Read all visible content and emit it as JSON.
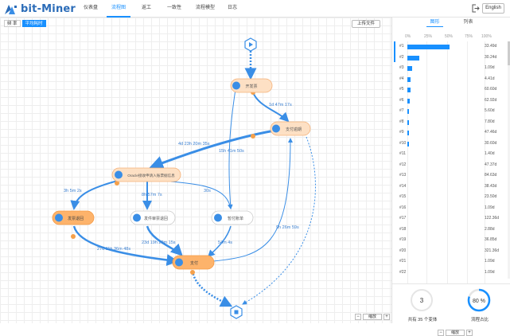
{
  "app": {
    "name": "bit-Miner",
    "lang_button": "English"
  },
  "nav": {
    "items": [
      {
        "label": "仪表盘",
        "active": false
      },
      {
        "label": "流程图",
        "active": true
      },
      {
        "label": "返工",
        "active": false
      },
      {
        "label": "一致性",
        "active": false
      },
      {
        "label": "流程模型",
        "active": false
      },
      {
        "label": "日志",
        "active": false
      }
    ]
  },
  "toolbar": {
    "mode_a": "频  率",
    "mode_b": "平均耗时",
    "upload": "上传文件"
  },
  "flow": {
    "nodes": {
      "n1": "开发票",
      "n2": "支付逾期",
      "n3": "Oracle接收申请入账票据信息",
      "n4": "发票退回",
      "n5": "发件审票退回",
      "n6": "暂付账单",
      "n7": "支付"
    },
    "edges": {
      "e1": "1d 47m 17s",
      "e2": "4d 23h 20m 35s",
      "e3": "15h 41m 50s",
      "e4": "3h 5m 2s",
      "e5": "8h 57m 7s",
      "e6": "30s",
      "e7": "23d 19h 29m 15s",
      "e8": "27d 11h 36m 48s",
      "e9": "54m 4s",
      "e10": "9h 26m 59s"
    }
  },
  "zoom": {
    "minus": "−",
    "label": "缩放",
    "plus": "+"
  },
  "panel": {
    "tabs": [
      {
        "label": "图形",
        "active": true
      },
      {
        "label": "列表",
        "active": false
      }
    ],
    "axis": [
      "0%",
      "25%",
      "50%",
      "75%",
      "100%"
    ],
    "rows": [
      {
        "label": "#1",
        "pct": 55,
        "value": "33.49d"
      },
      {
        "label": "#2",
        "pct": 15,
        "value": "30.24d"
      },
      {
        "label": "#3",
        "pct": 6,
        "value": "1.09d"
      },
      {
        "label": "#4",
        "pct": 4,
        "value": "4.41d"
      },
      {
        "label": "#5",
        "pct": 4,
        "value": "60.60d"
      },
      {
        "label": "#6",
        "pct": 3,
        "value": "62.92d"
      },
      {
        "label": "#7",
        "pct": 2,
        "value": "5.60d"
      },
      {
        "label": "#8",
        "pct": 1,
        "value": "7.80d"
      },
      {
        "label": "#9",
        "pct": 1,
        "value": "47.46d"
      },
      {
        "label": "#10",
        "pct": 1,
        "value": "30.60d"
      },
      {
        "label": "#11",
        "pct": 0,
        "value": "1.40d"
      },
      {
        "label": "#12",
        "pct": 0,
        "value": "47.37d"
      },
      {
        "label": "#13",
        "pct": 0,
        "value": "84.63d"
      },
      {
        "label": "#14",
        "pct": 0,
        "value": "38.43d"
      },
      {
        "label": "#15",
        "pct": 0,
        "value": "23.50d"
      },
      {
        "label": "#16",
        "pct": 0,
        "value": "1.09d"
      },
      {
        "label": "#17",
        "pct": 0,
        "value": "122.36d"
      },
      {
        "label": "#18",
        "pct": 0,
        "value": "2.88d"
      },
      {
        "label": "#19",
        "pct": 0,
        "value": "36.85d"
      },
      {
        "label": "#20",
        "pct": 0,
        "value": "321.36d"
      },
      {
        "label": "#21",
        "pct": 0,
        "value": "1.09d"
      },
      {
        "label": "#22",
        "pct": 0,
        "value": "1.09d"
      }
    ],
    "stat_variants": {
      "value": "3",
      "label": "共有 35 个变体"
    },
    "stat_ratio": {
      "value": "80 %",
      "label": "流程占比",
      "fraction": 0.8
    },
    "zoom": {
      "minus": "−",
      "label": "缩放",
      "plus": "+"
    }
  },
  "colors": {
    "accent": "#1890ff",
    "node_orange": "#fdb36b",
    "node_light": "#fde0c4",
    "edge": "#3a8ee6",
    "dot": "#f5a04a"
  }
}
